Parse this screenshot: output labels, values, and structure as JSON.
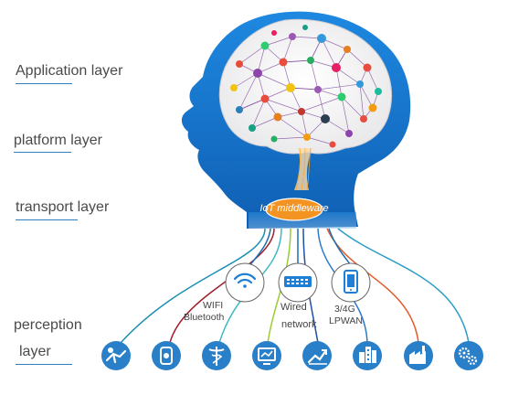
{
  "layers": {
    "application": "Application layer",
    "platform_word": "platform",
    "platform_rest": " layer",
    "transport_word": "transport",
    "transport_rest": " layer",
    "perception_line1": "perception",
    "perception_line2": "layer"
  },
  "middleware": {
    "label": "IoT middleware"
  },
  "connections": {
    "wifi": [
      "WIFI",
      "Bluetooth"
    ],
    "wired": [
      "Wired",
      "network"
    ],
    "cellular": [
      "3/4G",
      "LPWAN"
    ]
  },
  "connection_icons": [
    "wifi-icon",
    "ethernet-switch-icon",
    "smartphone-icon"
  ],
  "devices": [
    "baby-icon",
    "wearable-watch-icon",
    "medical-caduceus-icon",
    "monitor-chart-icon",
    "growth-chart-icon",
    "city-buildings-icon",
    "factory-icon",
    "gears-icon"
  ],
  "colors": {
    "head_blue": "#1f7ed6",
    "head_dark": "#0d56a8",
    "brain_bg": "#f1f1f1",
    "middleware_orange": "#f39321",
    "device_blue": "#2a7fc9",
    "label_underline": "#2f7fbf"
  }
}
